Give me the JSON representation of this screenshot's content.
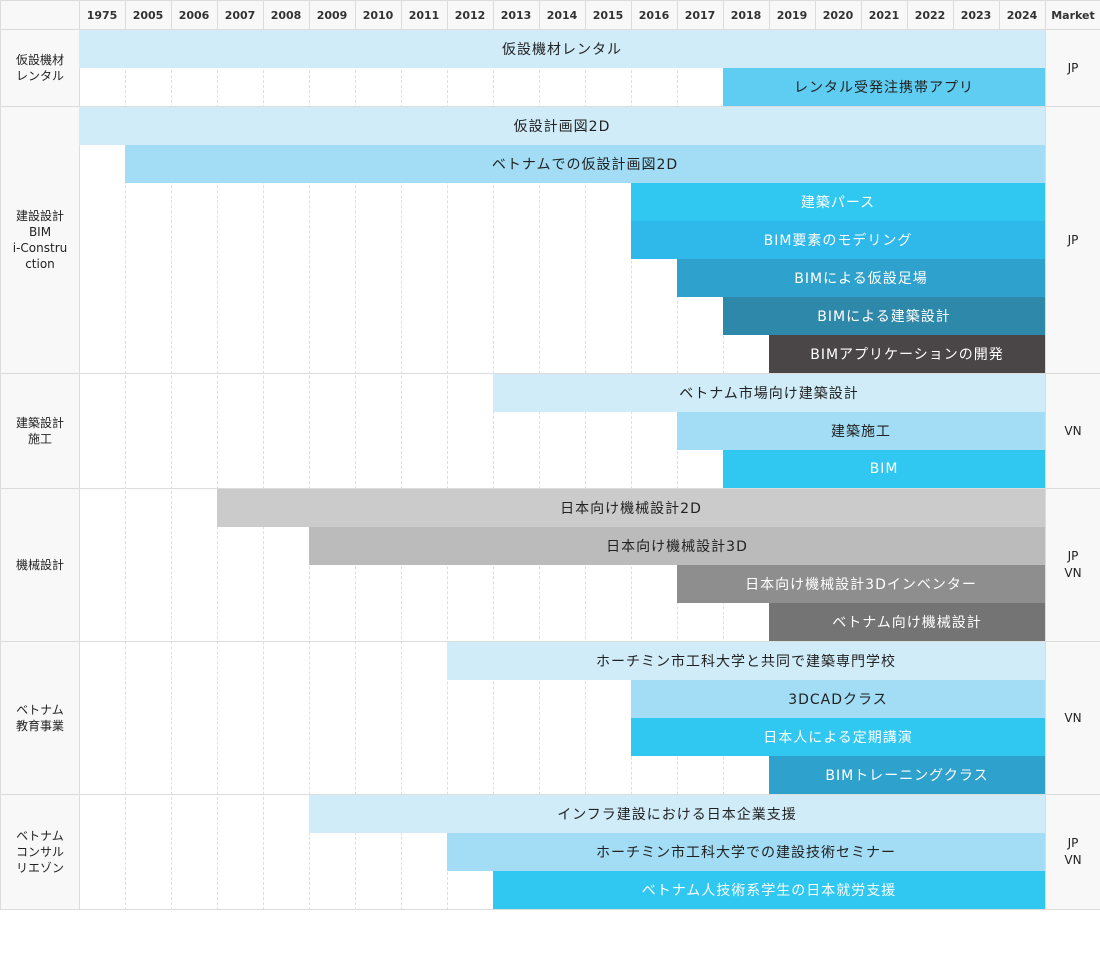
{
  "chart_data": {
    "type": "timeline",
    "years": [
      "1975",
      "2005",
      "2006",
      "2007",
      "2008",
      "2009",
      "2010",
      "2011",
      "2012",
      "2013",
      "2014",
      "2015",
      "2016",
      "2017",
      "2018",
      "2019",
      "2020",
      "2021",
      "2022",
      "2023",
      "2024"
    ],
    "market_header": "Market",
    "groups": [
      {
        "label": "仮設機材\nレンタル",
        "market": "JP",
        "bars": [
          {
            "label": "仮設機材レンタル",
            "start": "1975",
            "end": "2024",
            "color": "#d0ecf8",
            "text_color": "#222222"
          },
          {
            "label": "レンタル受発注携帯アプリ",
            "start": "2018",
            "end": "2024",
            "color": "#5fcdf1",
            "text_color": "#222222"
          }
        ]
      },
      {
        "label": "建設設計\nBIM\ni-Constru\nction",
        "market": "JP",
        "bars": [
          {
            "label": "仮設計画図2D",
            "start": "1975",
            "end": "2024",
            "color": "#d0ecf8",
            "text_color": "#222222"
          },
          {
            "label": "ベトナムでの仮設計画図2D",
            "start": "2005",
            "end": "2024",
            "color": "#a2ddf5",
            "text_color": "#222222"
          },
          {
            "label": "建築パース",
            "start": "2016",
            "end": "2024",
            "color": "#30c7f1",
            "text_color": "#ffffff"
          },
          {
            "label": "BIM要素のモデリング",
            "start": "2016",
            "end": "2024",
            "color": "#2fb9ea",
            "text_color": "#ffffff"
          },
          {
            "label": "BIMによる仮設足場",
            "start": "2017",
            "end": "2024",
            "color": "#2fa1cd",
            "text_color": "#ffffff"
          },
          {
            "label": "BIMによる建築設計",
            "start": "2018",
            "end": "2024",
            "color": "#2e88aa",
            "text_color": "#ffffff"
          },
          {
            "label": "BIMアプリケーションの開発",
            "start": "2019",
            "end": "2024",
            "color": "#4a4648",
            "text_color": "#ffffff"
          }
        ]
      },
      {
        "label": "建築設計\n施工",
        "market": "VN",
        "bars": [
          {
            "label": "ベトナム市場向け建築設計",
            "start": "2013",
            "end": "2024",
            "color": "#d0ecf8",
            "text_color": "#222222"
          },
          {
            "label": "建築施工",
            "start": "2017",
            "end": "2024",
            "color": "#a2ddf5",
            "text_color": "#222222"
          },
          {
            "label": "BIM",
            "start": "2018",
            "end": "2024",
            "color": "#30c7f1",
            "text_color": "#ffffff"
          }
        ]
      },
      {
        "label": "機械設計",
        "market": "JP\nVN",
        "bars": [
          {
            "label": "日本向け機械設計2D",
            "start": "2007",
            "end": "2024",
            "color": "#cbcbcb",
            "text_color": "#222222"
          },
          {
            "label": "日本向け機械設計3D",
            "start": "2009",
            "end": "2024",
            "color": "#bbbbbb",
            "text_color": "#222222"
          },
          {
            "label": "日本向け機械設計3Dインベンター",
            "start": "2017",
            "end": "2024",
            "color": "#8e8e8e",
            "text_color": "#ffffff"
          },
          {
            "label": "ベトナム向け機械設計",
            "start": "2019",
            "end": "2024",
            "color": "#747474",
            "text_color": "#ffffff"
          }
        ]
      },
      {
        "label": "ベトナム\n教育事業",
        "market": "VN",
        "bars": [
          {
            "label": "ホーチミン市工科大学と共同で建築専門学校",
            "start": "2012",
            "end": "2024",
            "color": "#d0ecf8",
            "text_color": "#222222"
          },
          {
            "label": "3DCADクラス",
            "start": "2016",
            "end": "2024",
            "color": "#a2ddf5",
            "text_color": "#222222"
          },
          {
            "label": "日本人による定期講演",
            "start": "2016",
            "end": "2024",
            "color": "#30c7f1",
            "text_color": "#ffffff"
          },
          {
            "label": "BIMトレーニングクラス",
            "start": "2019",
            "end": "2024",
            "color": "#2fa1cd",
            "text_color": "#ffffff"
          }
        ]
      },
      {
        "label": "ベトナム\nコンサル\nリエゾン",
        "market": "JP\nVN",
        "bars": [
          {
            "label": "インフラ建設における日本企業支援",
            "start": "2009",
            "end": "2024",
            "color": "#d0ecf8",
            "text_color": "#222222"
          },
          {
            "label": "ホーチミン市工科大学での建設技術セミナー",
            "start": "2012",
            "end": "2024",
            "color": "#a2ddf5",
            "text_color": "#222222"
          },
          {
            "label": "ベトナム人技術系学生の日本就労支援",
            "start": "2013",
            "end": "2024",
            "color": "#30c7f1",
            "text_color": "#ffffff"
          }
        ]
      }
    ]
  }
}
